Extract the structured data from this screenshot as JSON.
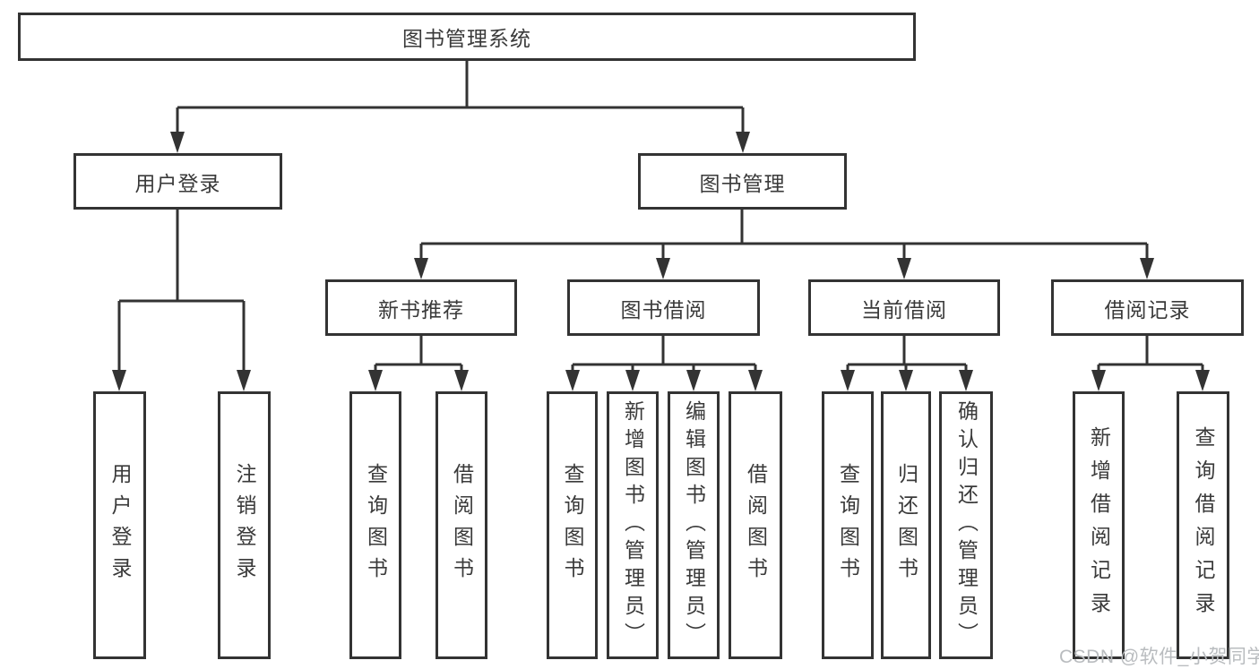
{
  "tree": {
    "label": "图书管理系统",
    "children": [
      {
        "label": "用户登录",
        "children": [
          {
            "label": "用户登录"
          },
          {
            "label": "注销登录"
          }
        ]
      },
      {
        "label": "图书管理",
        "children": [
          {
            "label": "新书推荐",
            "children": [
              {
                "label": "查询图书"
              },
              {
                "label": "借阅图书"
              }
            ]
          },
          {
            "label": "图书借阅",
            "children": [
              {
                "label": "查询图书"
              },
              {
                "label": "新增图书（管理员）"
              },
              {
                "label": "编辑图书（管理员）"
              },
              {
                "label": "借阅图书"
              }
            ]
          },
          {
            "label": "当前借阅",
            "children": [
              {
                "label": "查询图书"
              },
              {
                "label": "归还图书"
              },
              {
                "label": "确认归还（管理员）"
              }
            ]
          },
          {
            "label": "借阅记录",
            "children": [
              {
                "label": "新增借阅记录"
              },
              {
                "label": "查询借阅记录"
              }
            ]
          }
        ]
      }
    ]
  },
  "watermark": {
    "text": "CSDN @软件_小贺同学"
  },
  "colors": {
    "line": "#333333",
    "text": "#3a3a3a",
    "watermark": "#b9bcbf",
    "background": "#ffffff"
  }
}
